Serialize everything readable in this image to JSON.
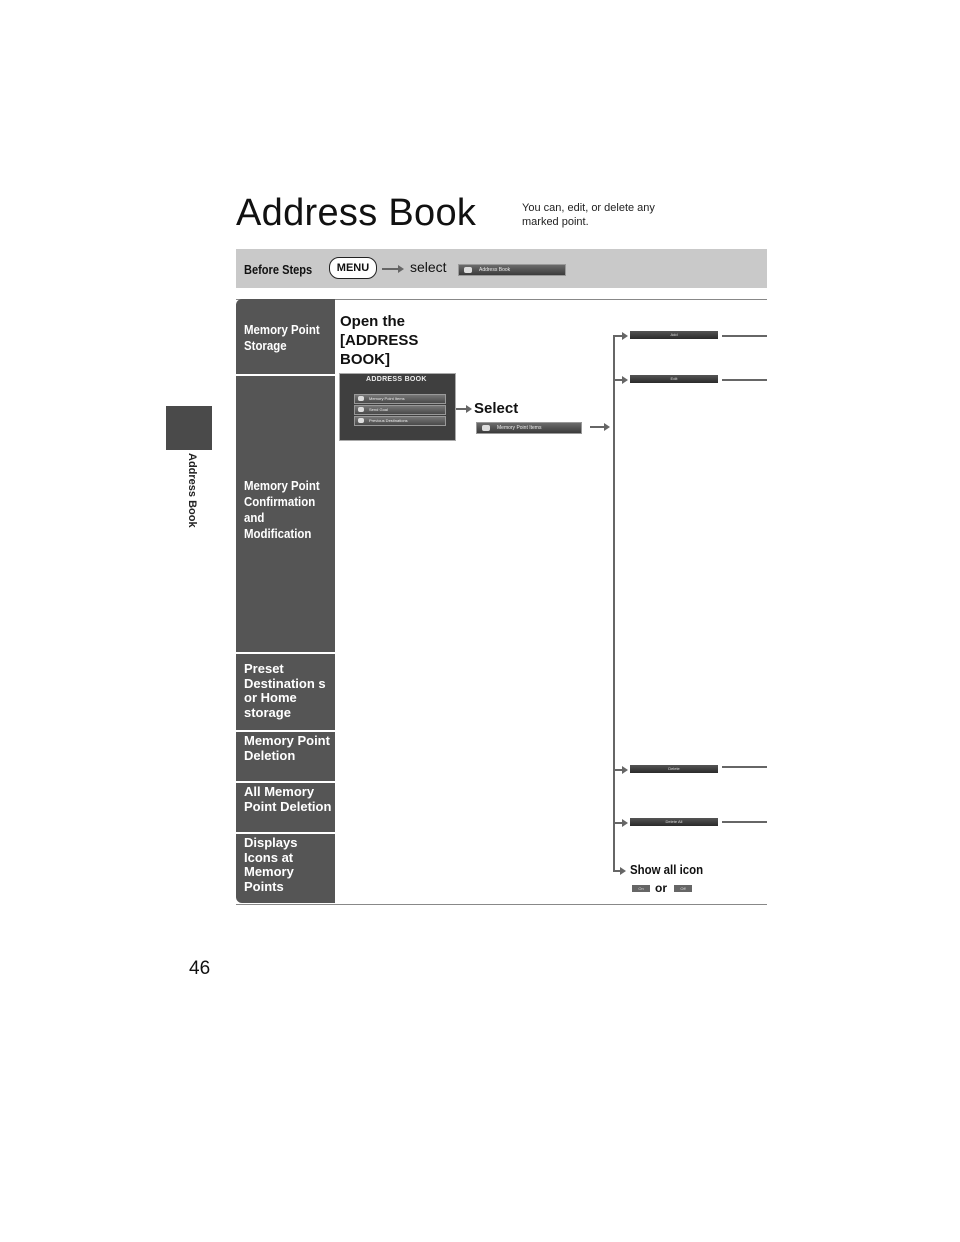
{
  "sidebar": {
    "chapter": "Address Book"
  },
  "header": {
    "title": "Address Book",
    "intro": "You can, edit, or delete any  marked point."
  },
  "before_steps": {
    "label": "Before Steps",
    "menu_key": "MENU",
    "select_word": "select",
    "screen_button": "Address Book"
  },
  "table": {
    "rows": [
      {
        "label": "Memory Point Storage"
      },
      {
        "label": "Memory Point Confirmation and Modification"
      },
      {
        "label": "Preset Destination s or Home storage"
      },
      {
        "label": "Memory Point Deletion"
      },
      {
        "label": "All Memory Point Deletion"
      },
      {
        "label": "Displays Icons at Memory Points"
      }
    ],
    "open_step": "Open the [ADDRESS BOOK]",
    "nav_screen": {
      "header": "ADDRESS BOOK",
      "items": [
        "Memory Point Items",
        "Send Goal",
        "Previous Destinations"
      ]
    },
    "select_step": "Select",
    "select_button": "Memory Point Items",
    "branches": {
      "b1": "Add",
      "b2": "Edit",
      "b3": "Delete",
      "b4": "Delete All"
    },
    "show_all": {
      "label": "Show all icon",
      "on": "On",
      "off": "Off",
      "or_word": "or"
    }
  },
  "footer": {
    "page_number": "46"
  }
}
